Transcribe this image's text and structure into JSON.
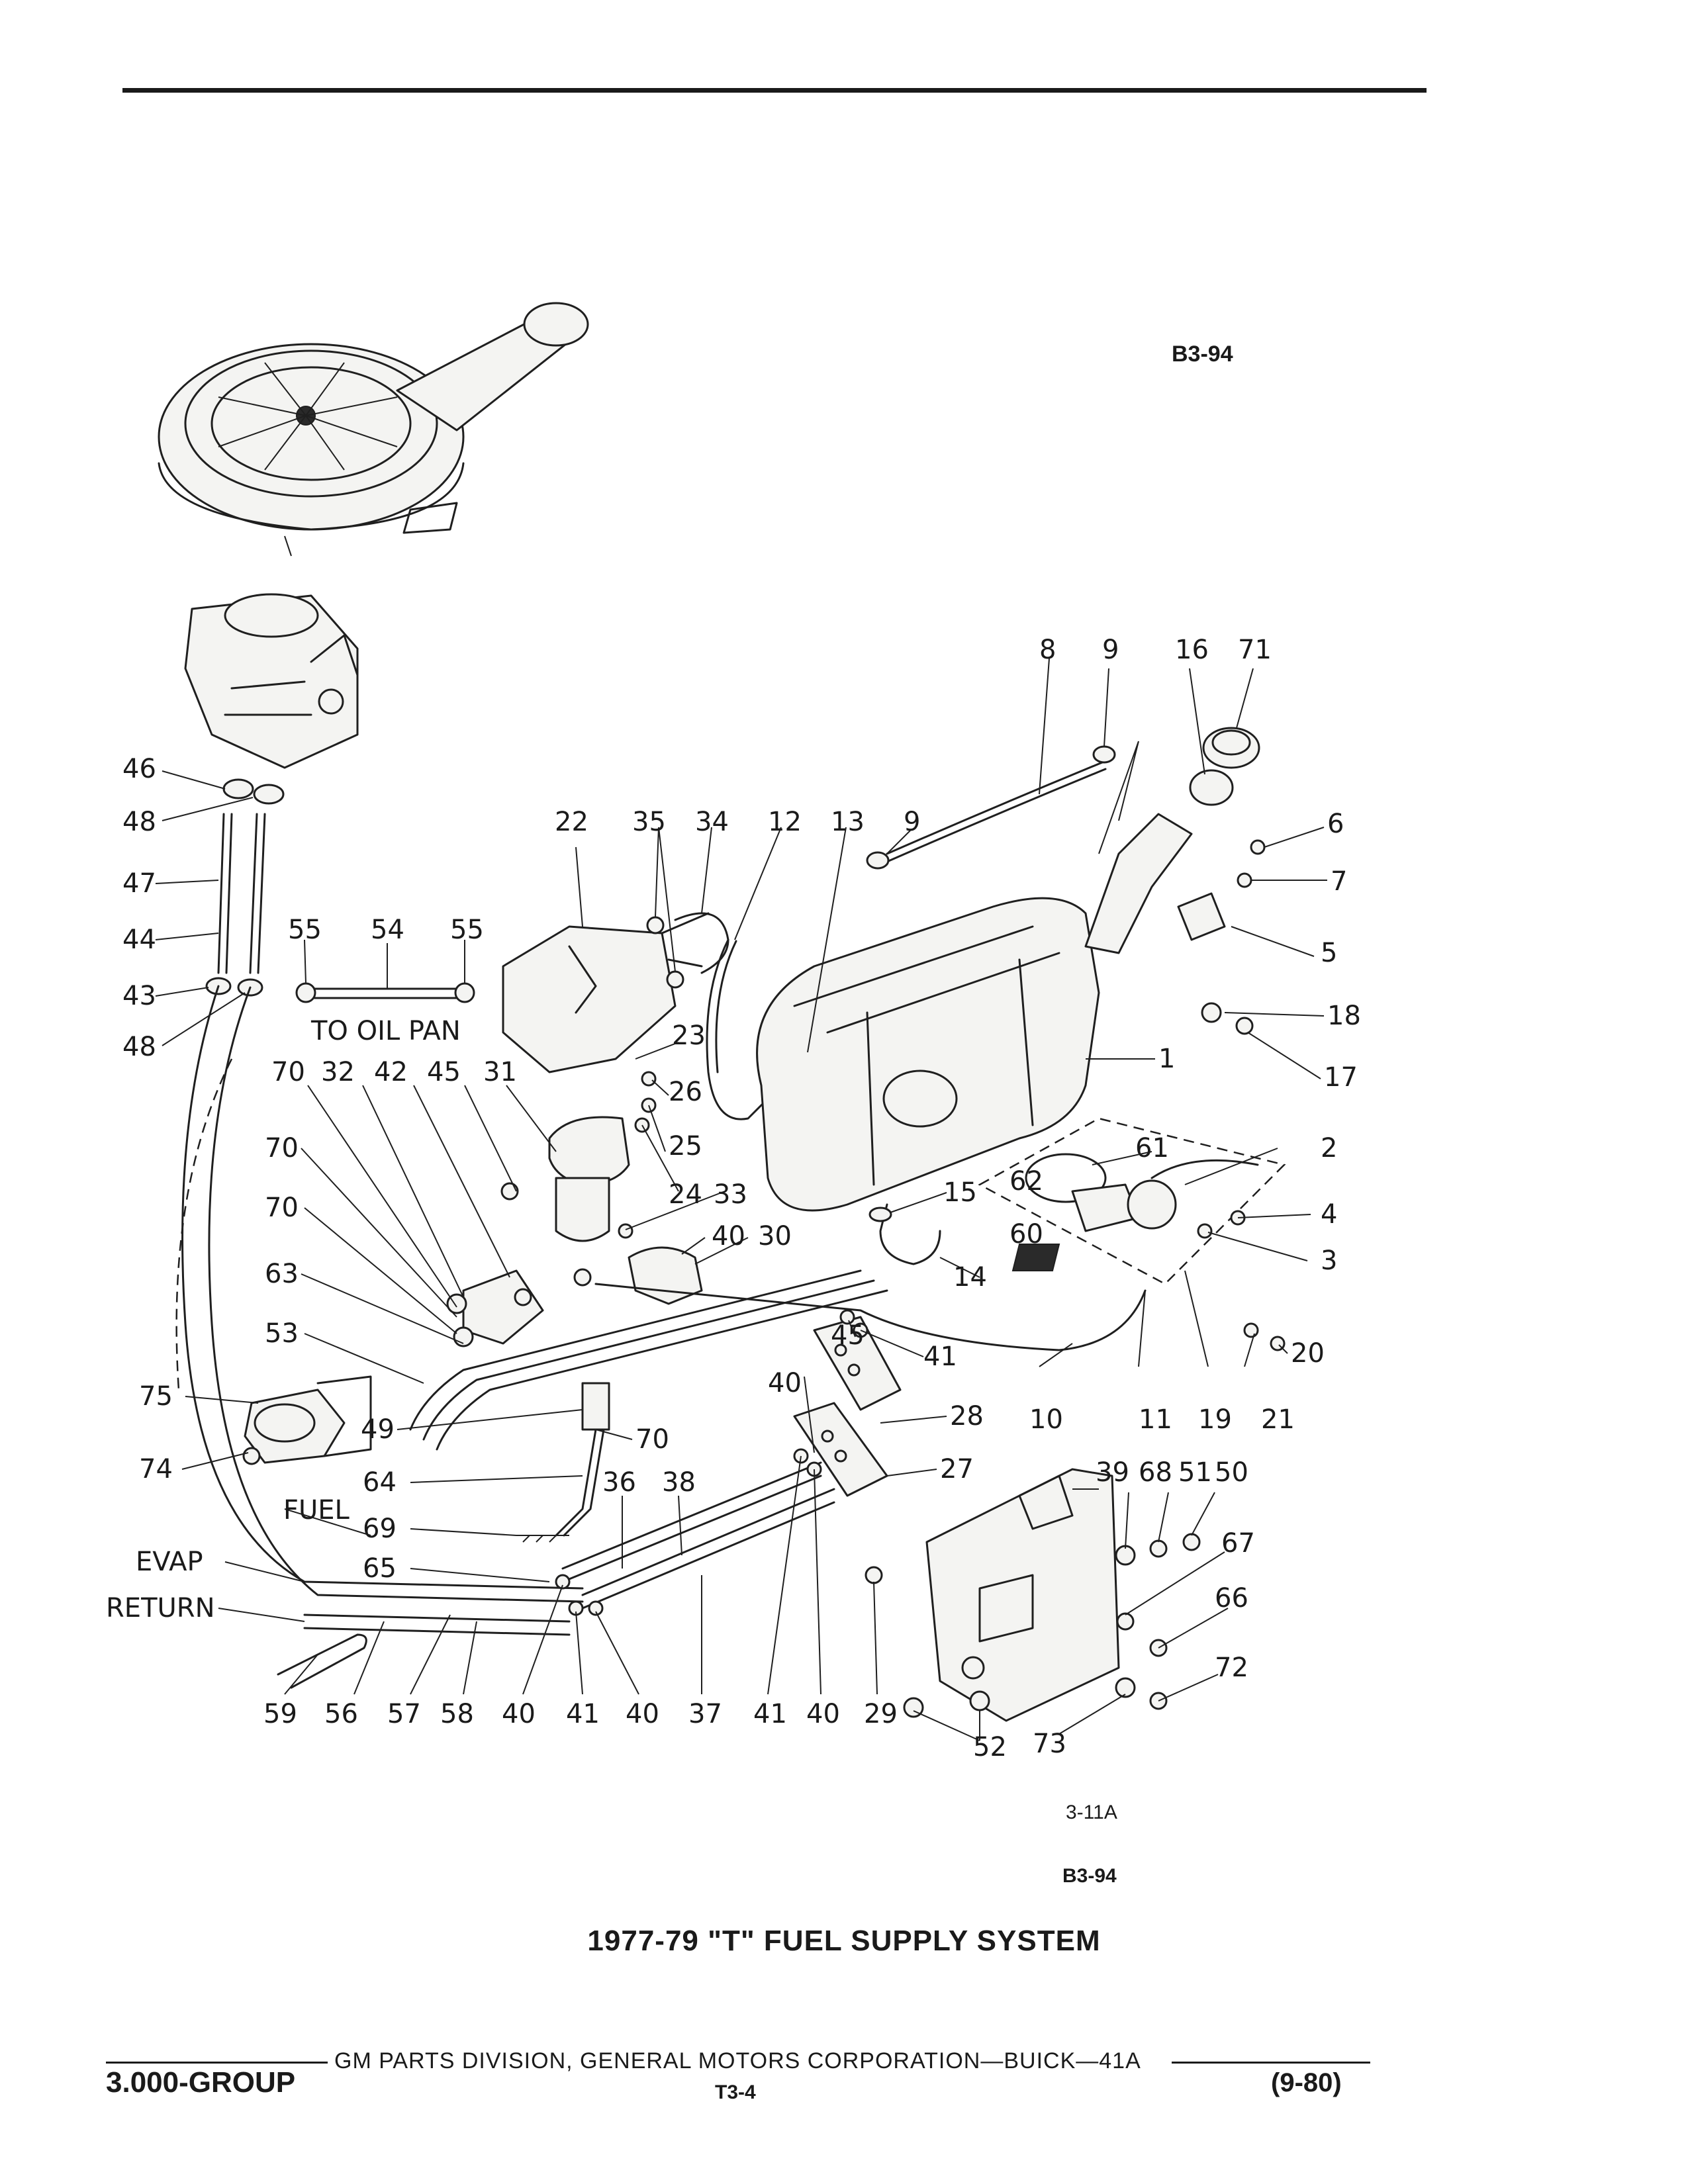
{
  "header": {
    "ref_top": "B3-94"
  },
  "diagram": {
    "callouts": {
      "c8": "8",
      "c9a": "9",
      "c16": "16",
      "c71": "71",
      "c46": "46",
      "c48a": "48",
      "c47": "47",
      "c44": "44",
      "c43": "43",
      "c48b": "48",
      "c22": "22",
      "c35": "35",
      "c34": "34",
      "c12": "12",
      "c13": "13",
      "c9b": "9",
      "c6": "6",
      "c7": "7",
      "c5": "5",
      "c18": "18",
      "c17": "17",
      "c1": "1",
      "c55a": "55",
      "c54": "54",
      "c55b": "55",
      "to_oil_pan": "TO OIL PAN",
      "c23": "23",
      "c26": "26",
      "c25": "25",
      "c24": "24",
      "c33": "33",
      "c70a": "70",
      "c32": "32",
      "c42": "42",
      "c45a": "45",
      "c31": "31",
      "c70b": "70",
      "c70c": "70",
      "c63": "63",
      "c53": "53",
      "c40a": "40",
      "c30": "30",
      "c15": "15",
      "c14": "14",
      "c61": "61",
      "c2": "2",
      "c62": "62",
      "c60": "60",
      "c4": "4",
      "c3": "3",
      "c20": "20",
      "c21": "21",
      "c19": "19",
      "c11": "11",
      "c10": "10",
      "c45b": "45",
      "c41a": "41",
      "c40b": "40",
      "c28": "28",
      "c27": "27",
      "c75": "75",
      "c49": "49",
      "c70d": "70",
      "c74": "74",
      "c64": "64",
      "c36": "36",
      "c38": "38",
      "fuel": "FUEL",
      "c69": "69",
      "evap": "EVAP",
      "c65": "65",
      "return": "RETURN",
      "c39": "39",
      "c68": "68",
      "c51": "51",
      "c50": "50",
      "c67": "67",
      "c66": "66",
      "c72": "72",
      "c73": "73",
      "c52": "52",
      "c59": "59",
      "c56": "56",
      "c57": "57",
      "c58": "58",
      "c40c": "40",
      "c41b": "41",
      "c40d": "40",
      "c37": "37",
      "c41c": "41",
      "c40e": "40",
      "c29": "29"
    },
    "figure_ref": "3-11A",
    "ref_bottom": "B3-94"
  },
  "caption": "1977-79 \"T\" FUEL SUPPLY SYSTEM",
  "footer": {
    "left": "3.000-GROUP",
    "center": "GM PARTS DIVISION, GENERAL MOTORS CORPORATION—BUICK—41A",
    "page": "T3-4",
    "date": "(9-80)"
  }
}
